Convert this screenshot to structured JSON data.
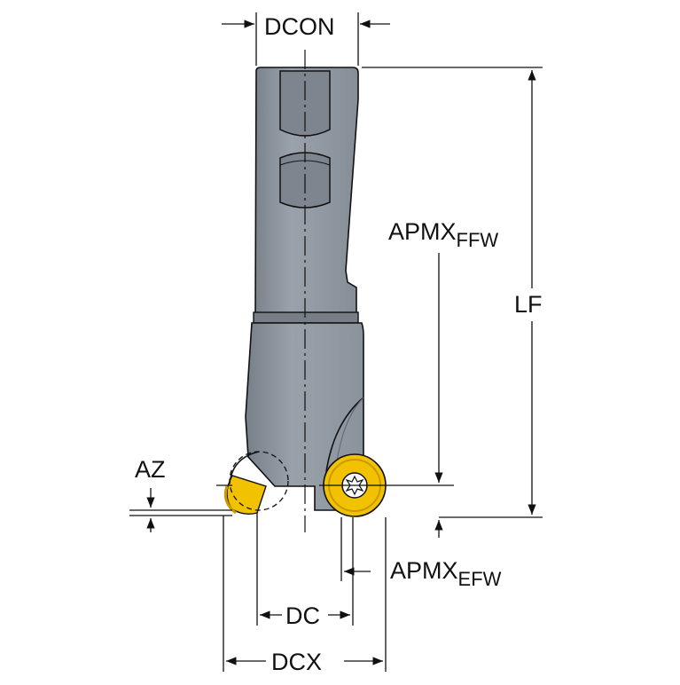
{
  "labels": {
    "dcon": "DCON",
    "apmx_ffw_main": "APMX",
    "apmx_ffw_sub": "FFW",
    "lf": "LF",
    "az": "AZ",
    "apmx_efw_main": "APMX",
    "apmx_efw_sub": "EFW",
    "dc": "DC",
    "dcx": "DCX"
  },
  "colors": {
    "body": "#8e96a0",
    "body_dark": "#6d747d",
    "body_light": "#a9b0b8",
    "outline": "#111111",
    "insert": "#f2c200",
    "insert_dark": "#c99a00",
    "dimension_line": "#111111",
    "background": "#ffffff"
  }
}
